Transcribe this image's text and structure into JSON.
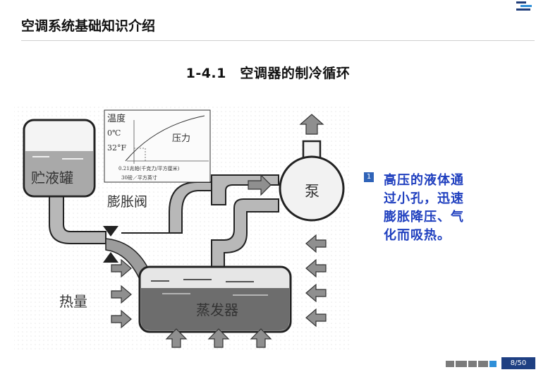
{
  "header": {
    "title": "空调系统基础知识介绍"
  },
  "section": {
    "title": "1-4.1　空调器的制冷循环"
  },
  "diagram": {
    "labels": {
      "receiver": "贮液罐",
      "expansion_valve": "膨胀阀",
      "pump": "泵",
      "heat": "热量",
      "evaporator": "蒸发器"
    },
    "inset": {
      "temperature": "温度",
      "celsius": "0℃",
      "fahrenheit": "32°F",
      "pressure": "压力",
      "pressure_metric": "0.21兆帕(千克力/平方厘米)",
      "pressure_imperial": "30磅／平方英寸"
    }
  },
  "bullet": {
    "number": "1",
    "lines": [
      "高压的液体通",
      "过小孔，迅速",
      "膨胀降压、气",
      "化而吸热。"
    ]
  },
  "footer": {
    "page": "8/50"
  },
  "colors": {
    "accent": "#1e3f82",
    "bullet_text": "#1f3fbf",
    "pipe": "#b5b5b5",
    "liquid": "#6d6d6d"
  }
}
